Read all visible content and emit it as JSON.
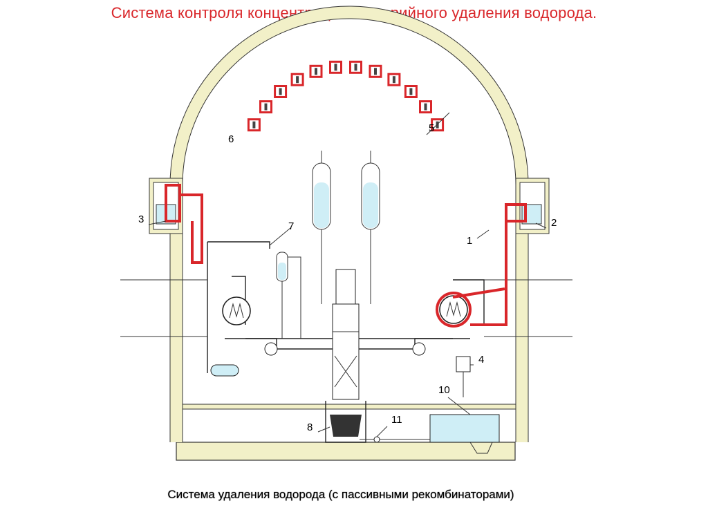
{
  "title": "Система контроля концентрации и аварийного удаления водорода.",
  "caption": "Система удаления водорода (с пассивными рекомбинаторами)",
  "labels": {
    "l1": "1",
    "l2": "2",
    "l3": "3",
    "l4": "4",
    "l5": "5",
    "l6": "6",
    "l7": "7",
    "l8": "8",
    "l10": "10",
    "l11": "11"
  },
  "colors": {
    "accent": "#d9262a",
    "wall_fill": "#f2f0c8",
    "water": "#cfeef6"
  },
  "recombinator_count": 12
}
